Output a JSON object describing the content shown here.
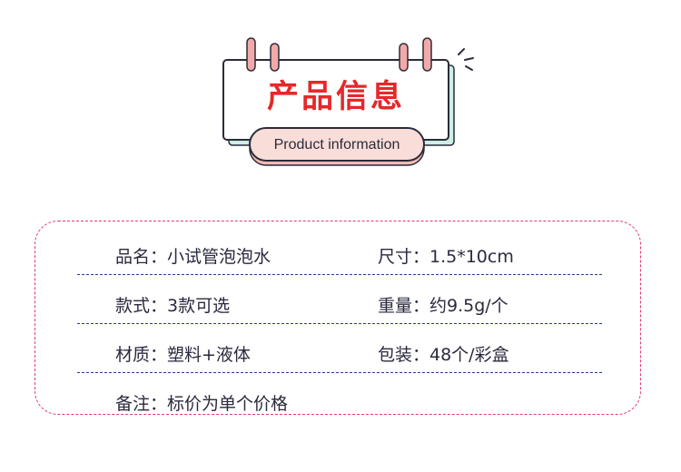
{
  "header": {
    "title": "产品信息",
    "subtitle": "Product information",
    "colors": {
      "title": "#e5282a",
      "border": "#2b2b3a",
      "pill_fill": "#f6d3cf",
      "mint_shadow": "#cdeee6"
    }
  },
  "info": {
    "rows": [
      {
        "left": "品名：小试管泡泡水",
        "right": "尺寸：1.5*10cm"
      },
      {
        "left": "款式：3款可选",
        "right": "重量：约9.5g/个"
      },
      {
        "left": "材质：塑料+液体",
        "right": "包装：48个/彩盒"
      },
      {
        "left": "备注：标价为单个价格",
        "right": ""
      }
    ],
    "colors": {
      "card_border": "#e0387a",
      "row_line": "#2c3a8a"
    }
  }
}
